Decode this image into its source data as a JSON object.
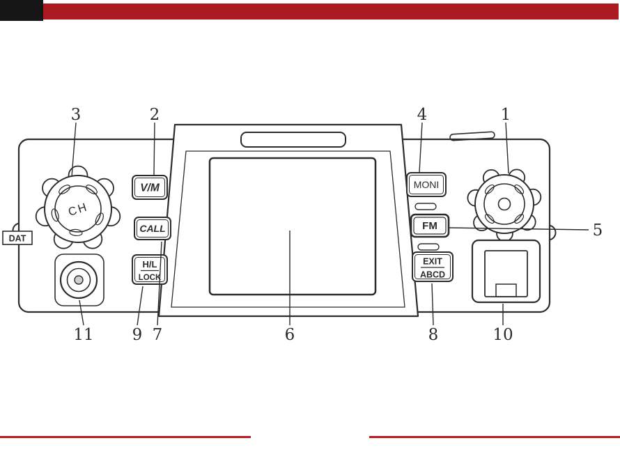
{
  "colors": {
    "header-red": "#ab1a21",
    "footer-red": "#c01820",
    "tab-black": "#161616",
    "ink": "#2b2b2b"
  },
  "diagram": {
    "labels": {
      "ch": "CH",
      "dat": "DAT",
      "vm": "V/M",
      "call": "CALL",
      "hl_top": "H/L",
      "hl_bottom": "LOCK",
      "moni": "MONI",
      "fm": "FM",
      "exit_top": "EXIT",
      "exit_bottom": "ABCD"
    },
    "callouts": [
      "1",
      "2",
      "3",
      "4",
      "5",
      "6",
      "7",
      "8",
      "9",
      "10",
      "11"
    ]
  }
}
